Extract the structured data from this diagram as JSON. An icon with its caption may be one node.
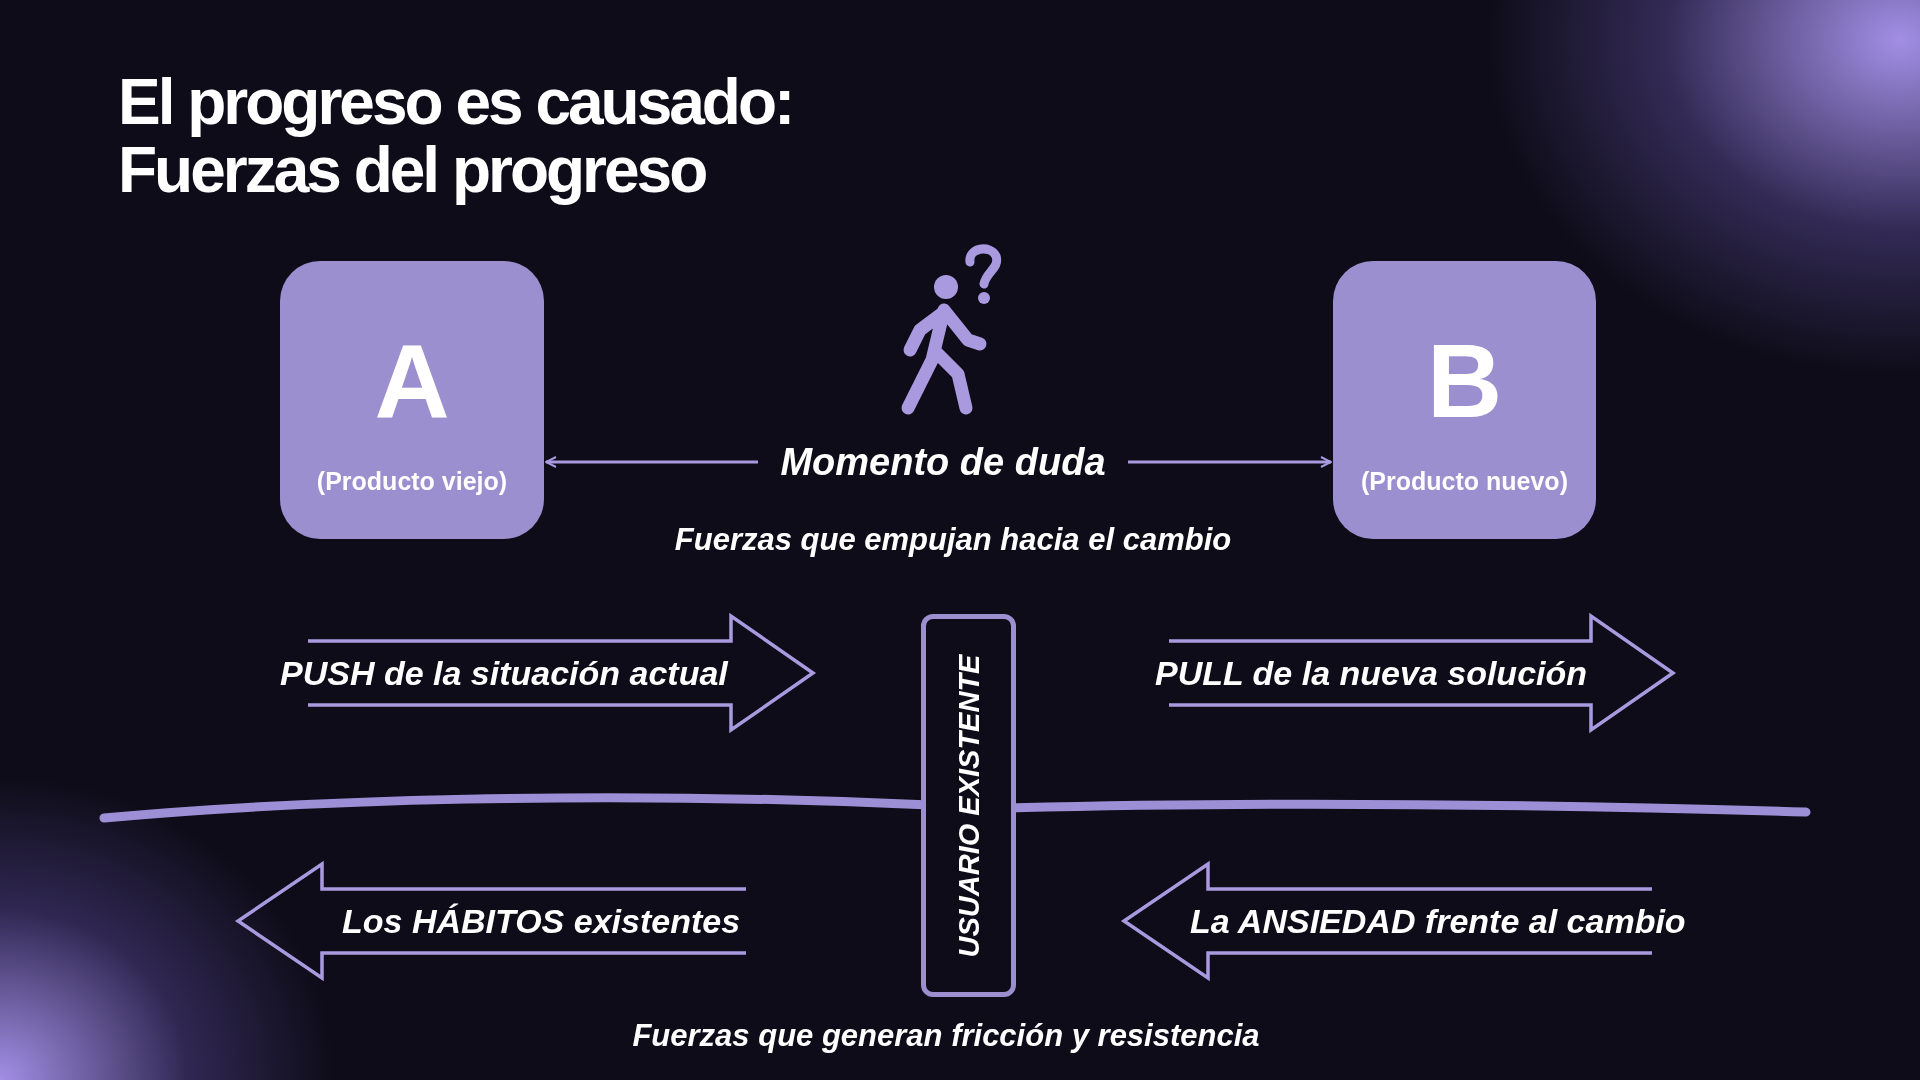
{
  "diagram": {
    "title": "El progreso es causado: Fuerzas del progreso",
    "nodes": [
      {
        "text": [
          "A",
          "(Producto viejo)"
        ]
      },
      {
        "text": [
          "Momento de duda"
        ]
      },
      {
        "text": [
          "B",
          "(Producto nuevo)"
        ]
      },
      {
        "text": [
          "PUSH de la situación actual"
        ]
      },
      {
        "text": [
          "USUARIO EXISTENTE"
        ]
      },
      {
        "text": [
          "PULL de la nueva solución"
        ]
      },
      {
        "text": [
          "Los HÁBITOS existentes"
        ]
      },
      {
        "text": [
          "La ANSIEDAD frente al cambio"
        ]
      }
    ],
    "edges": [
      {
        "from": 1,
        "to": 0,
        "arrow": "to"
      },
      {
        "from": 1,
        "to": 2,
        "arrow": "to"
      }
    ],
    "labels": [
      "Fuerzas que empujan hacia el cambio",
      "Fuerzas que generan fricción y resistencia"
    ]
  }
}
